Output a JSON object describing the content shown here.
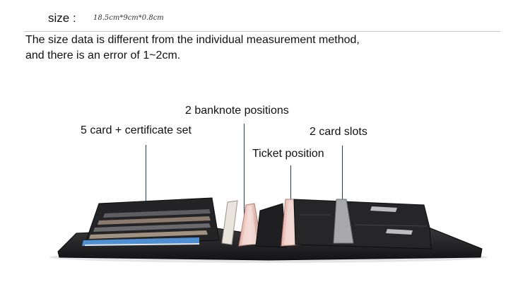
{
  "header": {
    "size_label": "size :",
    "size_value": "18.5cm*9cm*0.8cm"
  },
  "notes": {
    "line1": "The size data is different from the individual measurement method,",
    "line2": "and there is an error of 1~2cm."
  },
  "callouts": {
    "banknote": "2 banknote positions",
    "card_set": "5 card + certificate set",
    "card_slots": "2 card slots",
    "ticket": "Ticket position"
  },
  "colors": {
    "leather": "#1c1c1e",
    "leader_line": "#233a5a",
    "divider": "#c9c9c9"
  }
}
